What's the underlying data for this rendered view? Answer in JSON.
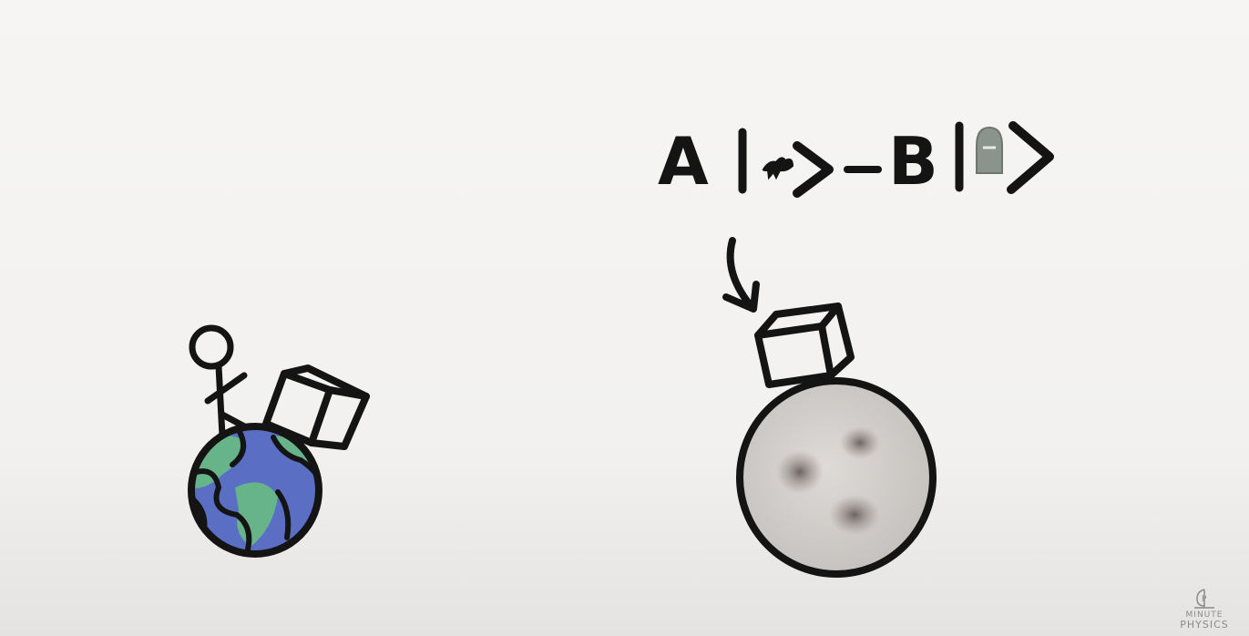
{
  "scene": {
    "equation": {
      "coef_a": "A",
      "minus": "-",
      "coef_b": "B"
    },
    "colors": {
      "ink": "#141414",
      "earth_water": "#5a6fc4",
      "earth_land": "#67b48a",
      "moon_fill": "#cfcbc8",
      "crater": "#6f625c",
      "state_b_icon": "#8a938c"
    },
    "watermark": {
      "line1": "MINUTE",
      "line2": "PHYSICS"
    }
  }
}
